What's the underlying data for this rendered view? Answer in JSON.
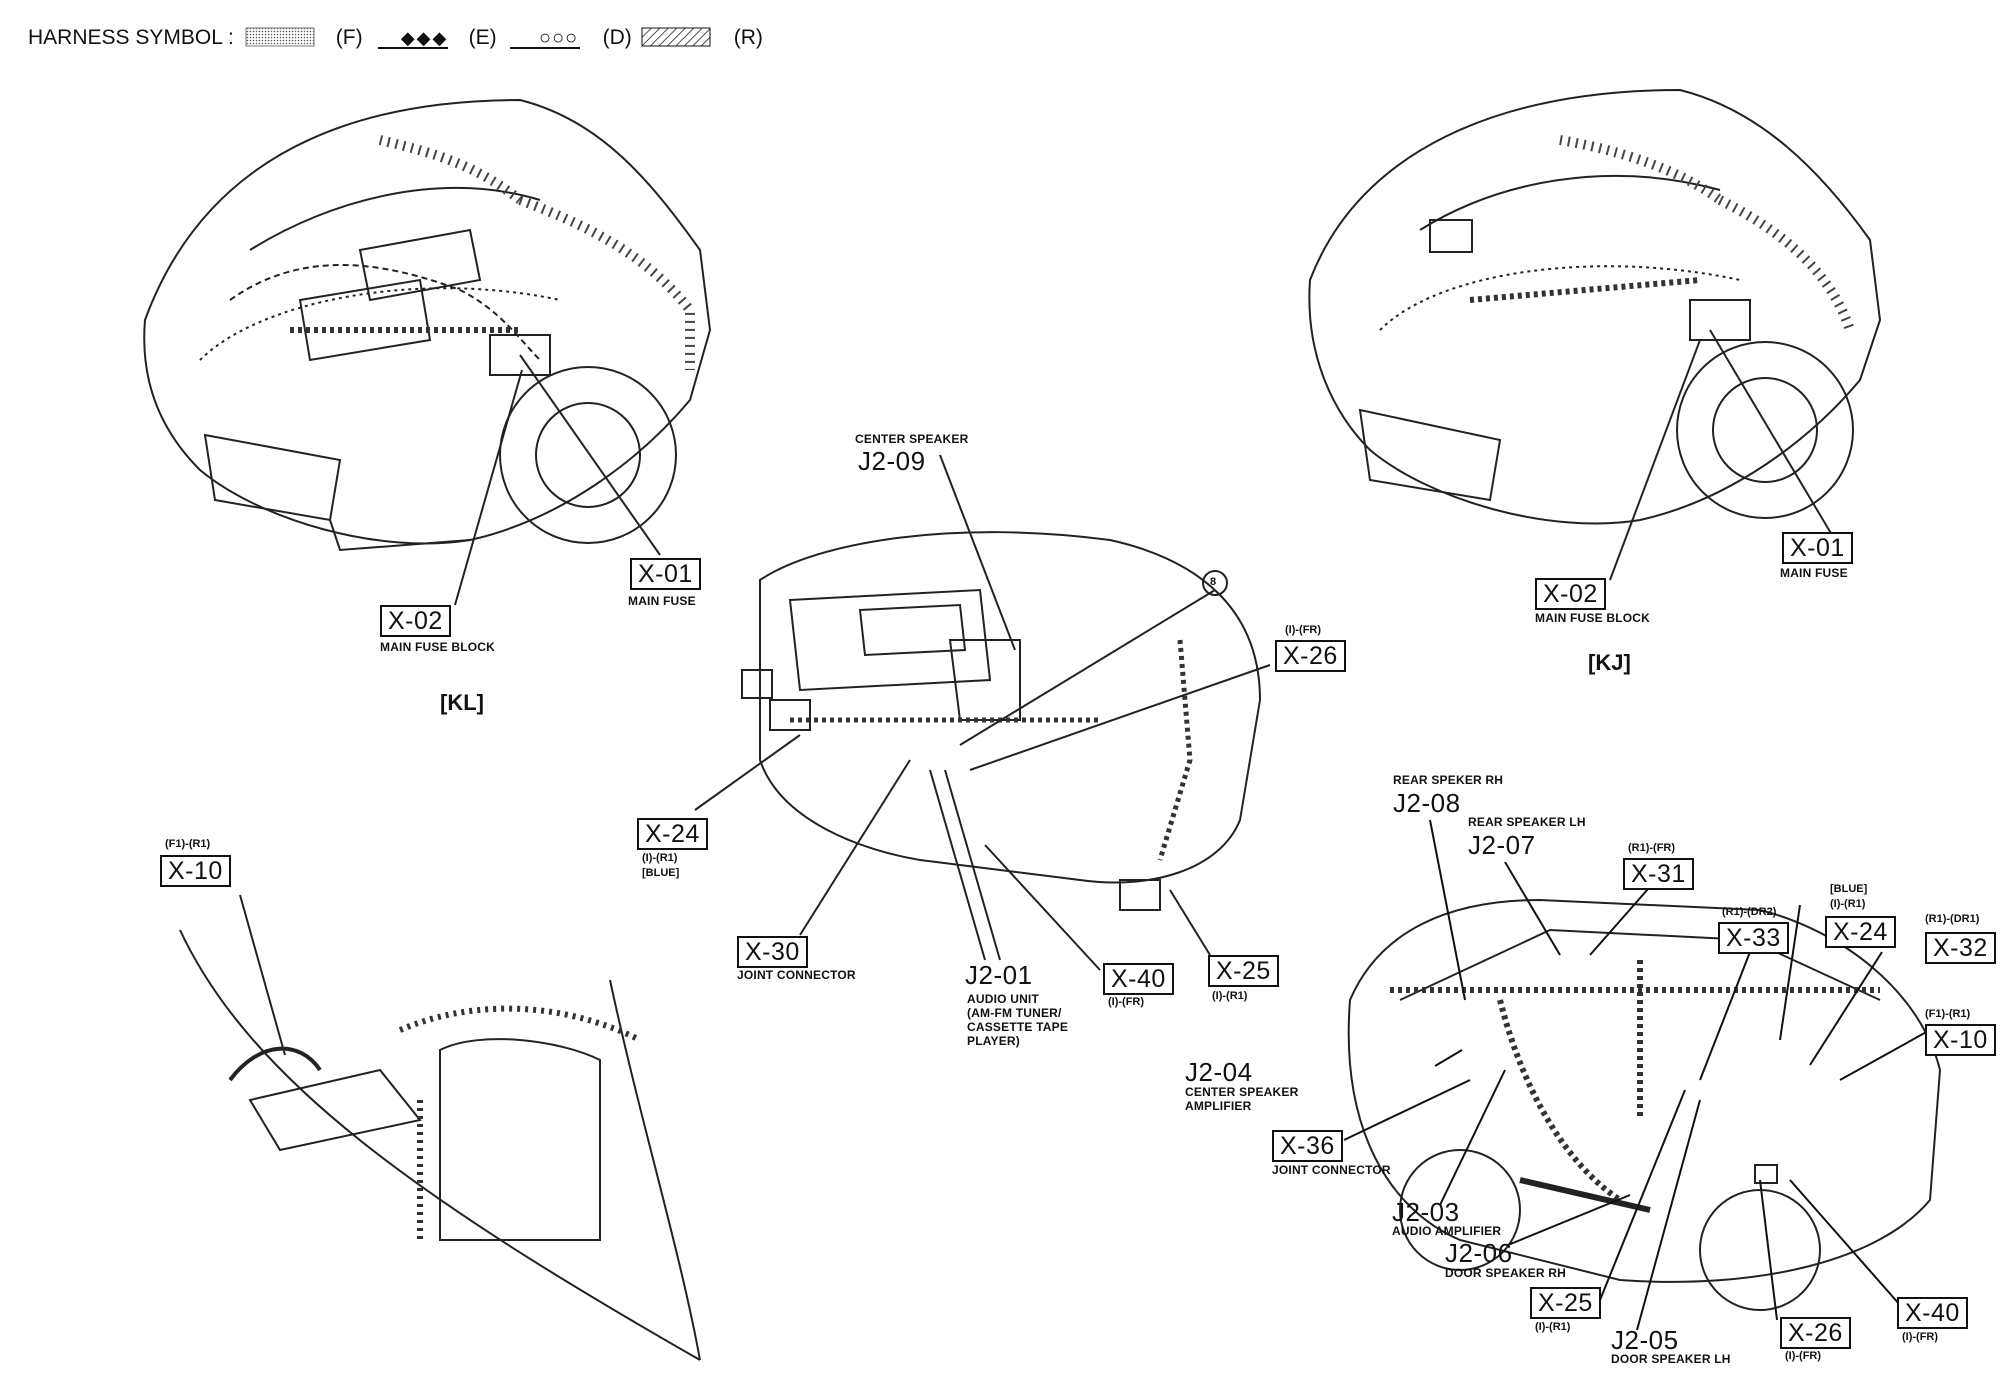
{
  "legend": {
    "label": "HARNESS SYMBOL :",
    "symbols": [
      {
        "code": "(F)",
        "pattern": "dotted-fill"
      },
      {
        "code": "(E)",
        "pattern": "diamonds"
      },
      {
        "code": "(D)",
        "pattern": "circles"
      },
      {
        "code": "(R)",
        "pattern": "hatched"
      }
    ],
    "diamond_glyphs": "◆◆◆",
    "circle_glyphs": "○○○"
  },
  "variants": {
    "kl": "[KL]",
    "kj": "[KJ]"
  },
  "engine_kl": {
    "x01_code": "X-01",
    "x01_desc": "MAIN FUSE",
    "x02_code": "X-02",
    "x02_desc": "MAIN FUSE BLOCK"
  },
  "engine_kj": {
    "x01_code": "X-01",
    "x01_desc": "MAIN FUSE",
    "x02_code": "X-02",
    "x02_desc": "MAIN FUSE BLOCK"
  },
  "dash": {
    "center_speaker_desc": "CENTER SPEAKER",
    "center_speaker_code": "J2-09",
    "callout_8": "8",
    "x26_sub": "(I)-(FR)",
    "x26_code": "X-26",
    "x24_code": "X-24",
    "x24_sub": "(I)-(R1)",
    "x24_color": "[BLUE]",
    "x30_code": "X-30",
    "x30_desc": "JOINT CONNECTOR",
    "j201_code": "J2-01",
    "j201_desc": "AUDIO UNIT\n(AM-FM TUNER/\nCASSETTE TAPE\nPLAYER)",
    "x40_code": "X-40",
    "x40_sub": "(I)-(FR)",
    "x25_code": "X-25",
    "x25_sub": "(I)-(R1)"
  },
  "lower_left": {
    "x10_sub": "(F1)-(R1)",
    "x10_code": "X-10"
  },
  "car": {
    "rear_rh_desc": "REAR SPEKER RH",
    "rear_rh_code": "J2-08",
    "rear_lh_desc": "REAR SPEAKER LH",
    "rear_lh_code": "J2-07",
    "x31_sub": "(R1)-(FR)",
    "x31_code": "X-31",
    "x33_sub": "(R1)-(DR2)",
    "x33_code": "X-33",
    "x24_color": "[BLUE]",
    "x24_sub": "(I)-(R1)",
    "x24_code": "X-24",
    "x32_sub": "(R1)-(DR1)",
    "x32_code": "X-32",
    "x10_sub": "(F1)-(R1)",
    "x10_code": "X-10",
    "j204_code": "J2-04",
    "j204_desc": "CENTER SPEAKER\nAMPLIFIER",
    "x36_code": "X-36",
    "x36_desc": "JOINT CONNECTOR",
    "j203_code": "J2-03",
    "j203_desc": "AUDIO AMPLIFIER",
    "j206_code": "J2-06",
    "j206_desc": "DOOR SPEAKER RH",
    "x25_code": "X-25",
    "x25_sub": "(I)-(R1)",
    "j205_code": "J2-05",
    "j205_desc": "DOOR SPEAKER LH",
    "x26_code": "X-26",
    "x26_sub": "(I)-(FR)",
    "x40_code": "X-40",
    "x40_sub": "(I)-(FR)"
  }
}
